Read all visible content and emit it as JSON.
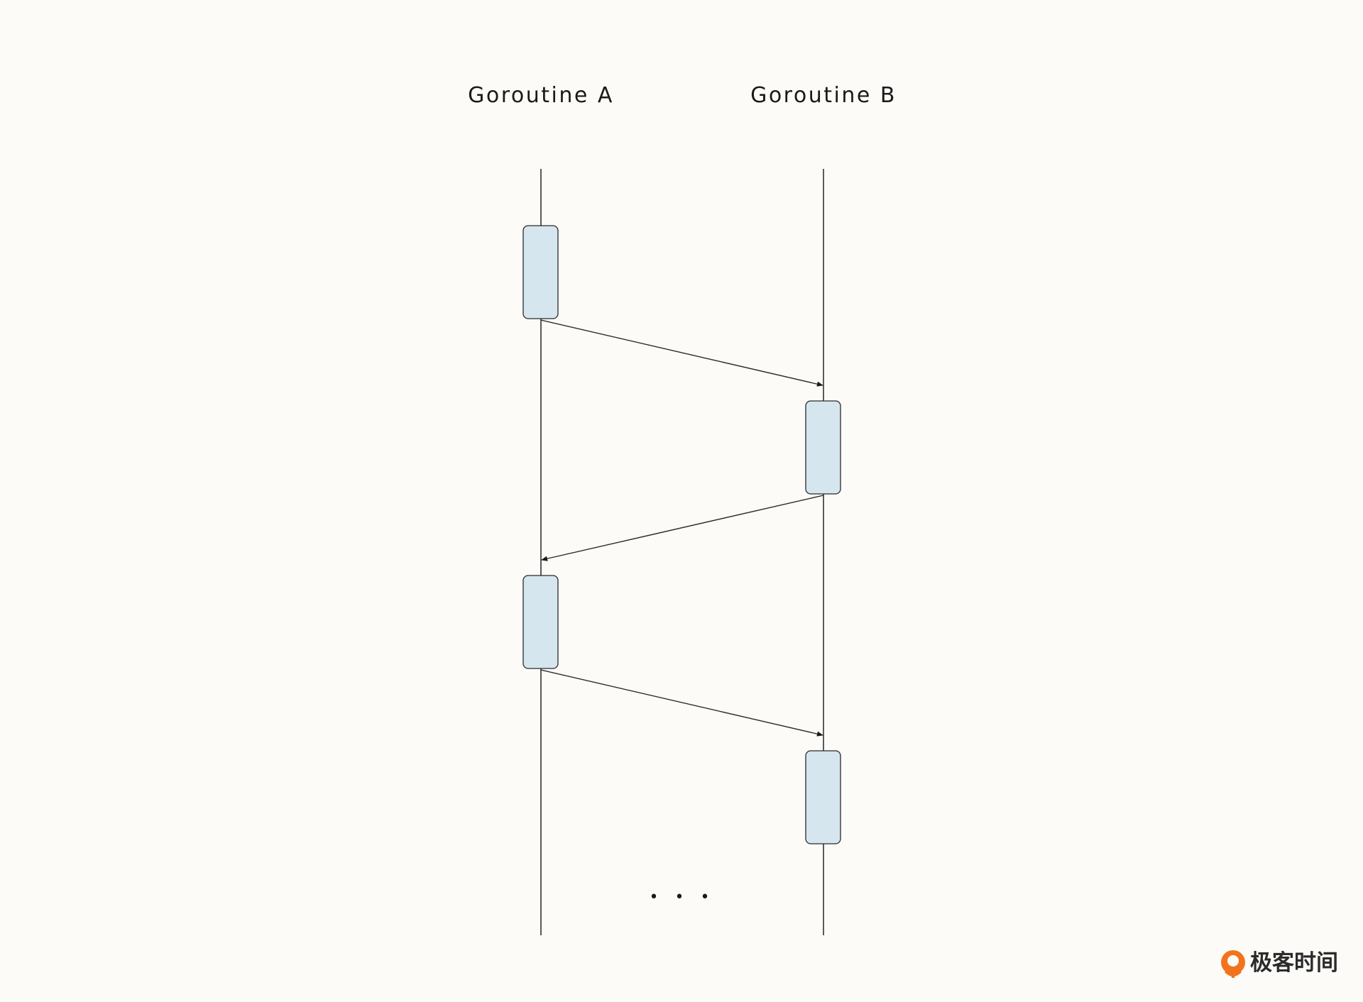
{
  "lanes": [
    {
      "label": "Goroutine A"
    },
    {
      "label": "Goroutine B"
    }
  ],
  "activation_blocks": [
    {
      "lane": 0,
      "order": 1
    },
    {
      "lane": 1,
      "order": 2
    },
    {
      "lane": 0,
      "order": 3
    },
    {
      "lane": 1,
      "order": 4
    }
  ],
  "messages": [
    {
      "from_lane": 0,
      "to_lane": 1
    },
    {
      "from_lane": 1,
      "to_lane": 0
    },
    {
      "from_lane": 0,
      "to_lane": 1
    }
  ],
  "continuation": "• • •",
  "watermark": {
    "text": "极客时间",
    "icon": "geektime-logo-icon",
    "colors": {
      "logo_orange": "#f2731c",
      "text": "#2b2b2b"
    }
  },
  "colors": {
    "background": "#fcfbf7",
    "block_fill": "#d5e6ee",
    "line": "#333333"
  }
}
